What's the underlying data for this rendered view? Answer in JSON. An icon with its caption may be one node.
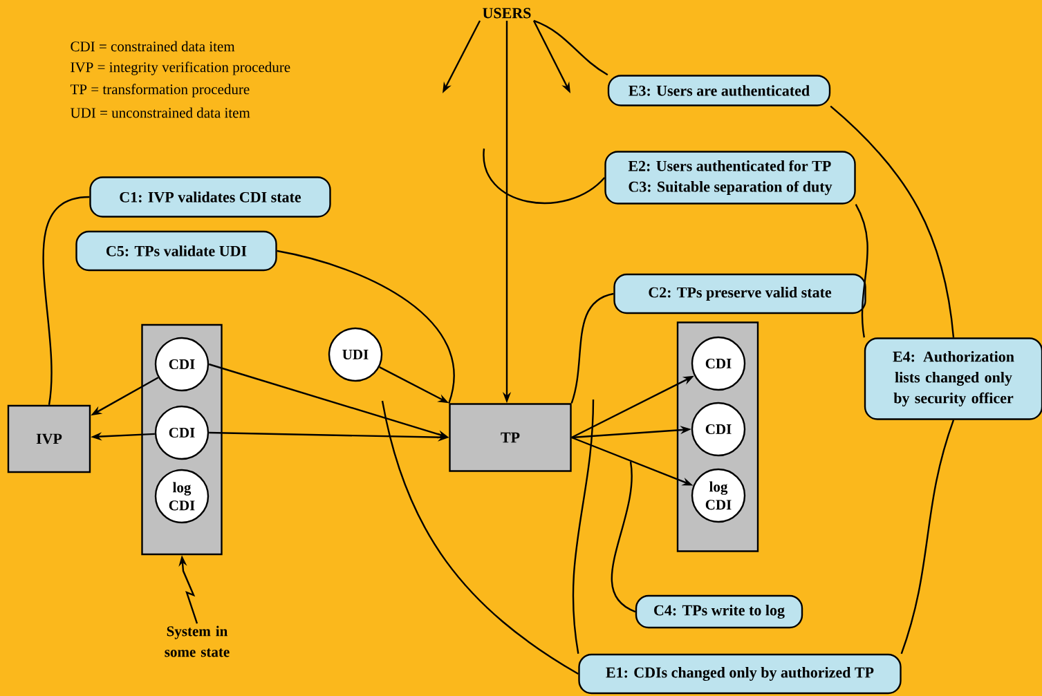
{
  "diagram": {
    "nodes": [
      {
        "text": [
          "USERS"
        ]
      },
      {
        "text": [
          "C1: IVP validates CDI state"
        ]
      },
      {
        "text": [
          "C5: TPs validate UDI"
        ]
      },
      {
        "text": [
          "E3: Users are authenticated"
        ]
      },
      {
        "text": [
          "E2: Users authenticated for TP",
          "C3: Suitable separation of duty"
        ]
      },
      {
        "text": [
          "C2: TPs preserve valid state"
        ]
      },
      {
        "text": [
          "E4: Authorization lists changed only by security officer"
        ]
      },
      {
        "text": [
          "C4: TPs write to log"
        ]
      },
      {
        "text": [
          "E1: CDIs changed only by authorized TP"
        ]
      },
      {
        "text": [
          "IVP"
        ]
      },
      {
        "text": [],
        "shape": "box"
      },
      {
        "text": [
          "CDI"
        ],
        "in": 10
      },
      {
        "text": [
          "CDI"
        ],
        "in": 10
      },
      {
        "text": [
          "log CDI"
        ],
        "in": 10
      },
      {
        "text": [
          "UDI"
        ]
      },
      {
        "text": [
          "TP"
        ]
      },
      {
        "text": [],
        "shape": "box"
      },
      {
        "text": [
          "CDI"
        ],
        "in": 16
      },
      {
        "text": [
          "CDI"
        ],
        "in": 16
      },
      {
        "text": [
          "log CDI"
        ],
        "in": 16
      },
      {
        "text": [
          "System in some state"
        ]
      }
    ],
    "edges": [
      {
        "from": 0,
        "to": 15,
        "arrow": "to"
      },
      {
        "from": 0,
        "to": null,
        "arrow": "to"
      },
      {
        "from": 0,
        "to": null,
        "arrow": "to"
      },
      {
        "from": 11,
        "to": 9,
        "arrow": "to"
      },
      {
        "from": 12,
        "to": 9,
        "arrow": "to"
      },
      {
        "from": 11,
        "to": 15,
        "arrow": "to"
      },
      {
        "from": 12,
        "to": 15,
        "arrow": "to"
      },
      {
        "from": 14,
        "to": 15,
        "arrow": "to"
      },
      {
        "from": 15,
        "to": 17,
        "arrow": "to"
      },
      {
        "from": 15,
        "to": 18,
        "arrow": "to"
      },
      {
        "from": 15,
        "to": 19,
        "arrow": "to"
      },
      {
        "from": 20,
        "to": 10,
        "arrow": "to"
      },
      {
        "from": 1,
        "to": 9,
        "arrow": "none"
      },
      {
        "from": 2,
        "to": 15,
        "arrow": "none"
      },
      {
        "from": 3,
        "to": 0,
        "arrow": "none"
      },
      {
        "from": 4,
        "to": null,
        "arrow": "none"
      },
      {
        "from": 5,
        "to": 15,
        "arrow": "none"
      },
      {
        "from": 7,
        "to": null,
        "arrow": "none"
      },
      {
        "from": 8,
        "to": null,
        "arrow": "none"
      },
      {
        "from": 8,
        "to": null,
        "arrow": "none"
      },
      {
        "from": 6,
        "to": 3,
        "arrow": "none"
      },
      {
        "from": 6,
        "to": 4,
        "arrow": "none"
      },
      {
        "from": 6,
        "to": 8,
        "arrow": "none"
      }
    ],
    "labels": [
      "CDI = constrained data item",
      "IVP = integrity verification procedure",
      "TP = transformation procedure",
      "UDI = unconstrained data item"
    ]
  }
}
